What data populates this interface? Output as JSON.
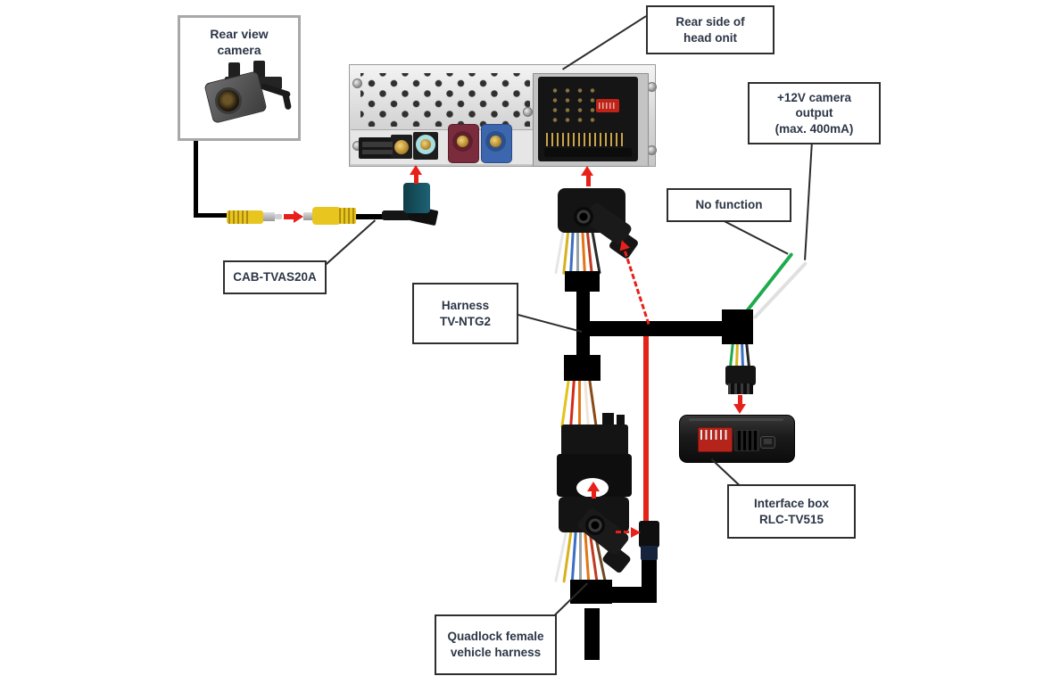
{
  "labels": {
    "rear_view_camera": {
      "line1": "Rear view",
      "line2": "camera"
    },
    "head_unit": {
      "line1": "Rear side of",
      "line2": "head onit"
    },
    "camera_output": {
      "line1": "+12V camera",
      "line2": "output",
      "line3": "(max. 400mA)"
    },
    "no_function": {
      "line1": "No function"
    },
    "cab_cable": {
      "line1": "CAB-TVAS20A"
    },
    "harness": {
      "line1": "Harness",
      "line2": "TV-NTG2"
    },
    "interface_box": {
      "line1": "Interface box",
      "line2": "RLC-TV515"
    },
    "quadlock_vehicle": {
      "line1": "Quadlock female",
      "line2": "vehicle harness"
    }
  },
  "colors": {
    "arrow_red": "#e8201a",
    "wire_red": "#e42318",
    "wire_green": "#1fab4c",
    "wire_white": "#e0e0e0",
    "harness_black": "#000000",
    "label_border": "#2e2e2e",
    "label_text": "#2c3646",
    "camera_box_border": "#a8a8a8",
    "rca_yellow": "#e9c51f",
    "fakra_teal": "#1d6274",
    "fakra_bordeaux": "#7a2c3c",
    "fakra_blue": "#3c67ae",
    "dip_switch_red": "#b5241b"
  }
}
